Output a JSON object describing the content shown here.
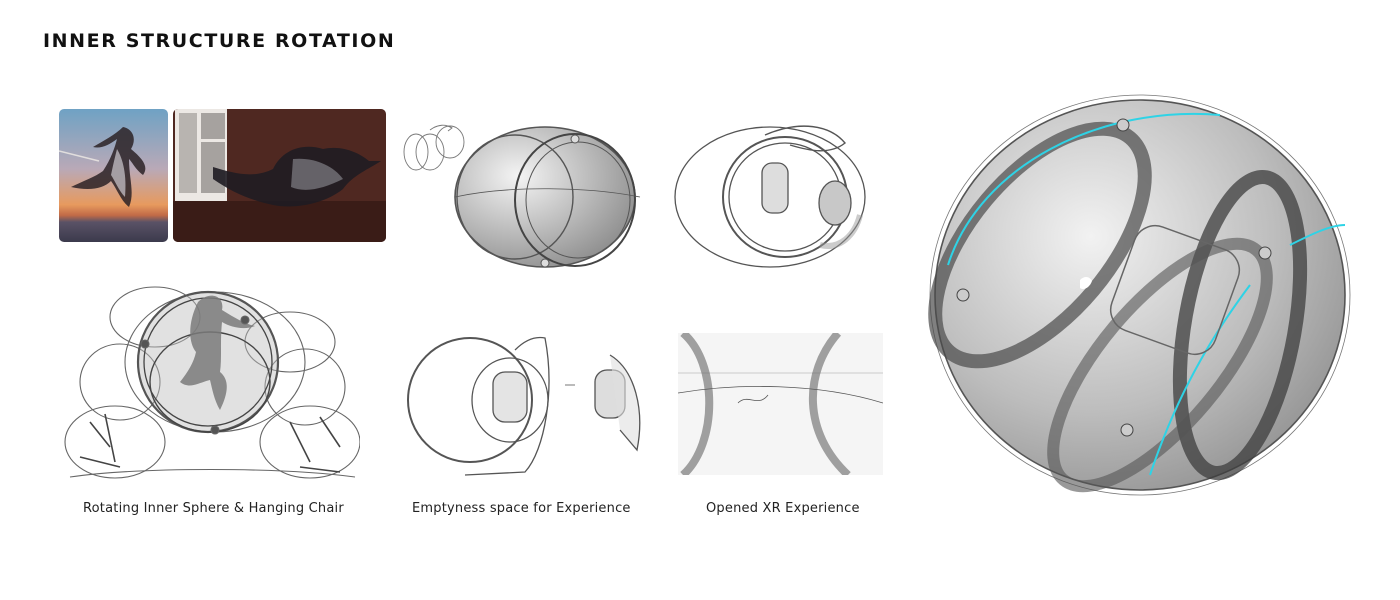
{
  "page": {
    "title": "INNER STRUCTURE ROTATION"
  },
  "reference_photos": [
    {
      "subject": "woman-floating-sunset"
    },
    {
      "subject": "woman-floating-window"
    }
  ],
  "captions": [
    {
      "text": "Rotating Inner Sphere &  Hanging Chair"
    },
    {
      "text": "Emptyness space for Experience"
    },
    {
      "text": "Opened XR Experience"
    }
  ],
  "colors": {
    "title": "#111111",
    "caption": "#222222",
    "accent_cyan": "#2ed3e6",
    "sketch_line": "#555555",
    "sphere_fill": "#d9d9d9"
  }
}
